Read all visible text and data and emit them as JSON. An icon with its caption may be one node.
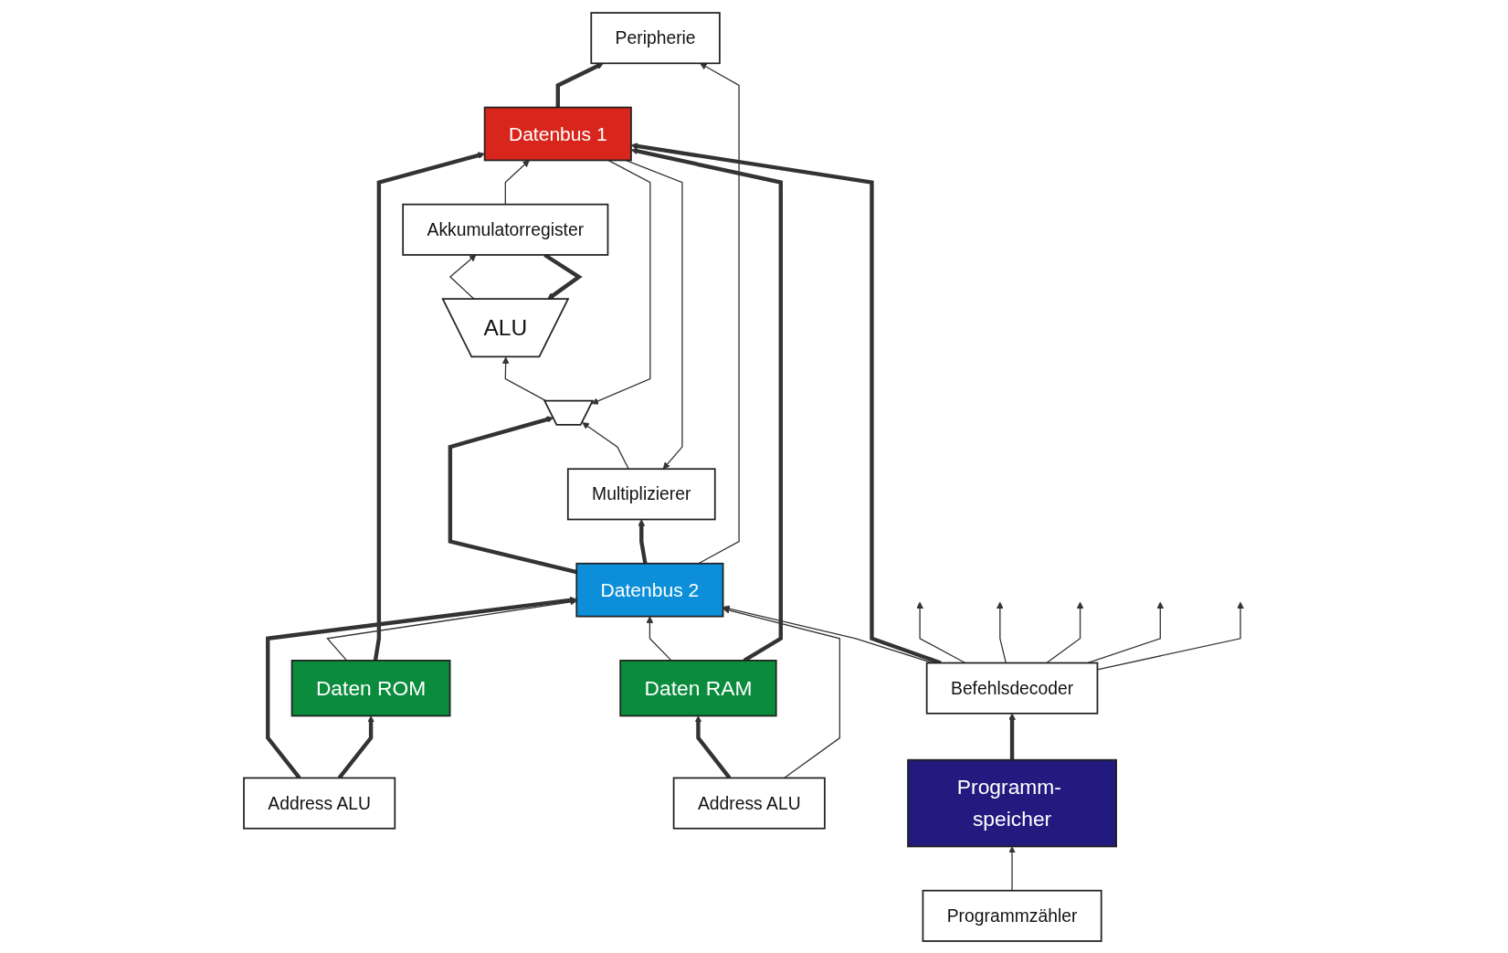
{
  "diagram": {
    "nodes": [
      {
        "text": [
          "Multiplizierer"
        ]
      },
      {
        "text": [],
        "shape": "trapezoid"
      },
      {
        "text": [
          "ALU"
        ]
      },
      {
        "text": [
          "Akkumulatorregister"
        ]
      },
      {
        "text": [
          "Peripherie"
        ]
      },
      {
        "text": [
          "Datenbus 1"
        ]
      },
      {
        "text": [
          "Datenbus 2"
        ]
      },
      {
        "text": [
          "Address ALU"
        ]
      },
      {
        "text": [
          "Daten ROM"
        ]
      },
      {
        "text": [
          "Daten RAM"
        ]
      },
      {
        "text": [
          "Address ALU"
        ]
      },
      {
        "text": [
          "Befehlsdecoder"
        ]
      },
      {
        "text": [
          "Programm- speicher"
        ]
      },
      {
        "text": [
          "Programmzähler"
        ]
      }
    ],
    "edges": [
      {
        "from": 0,
        "to": 1,
        "arrow": "to"
      },
      {
        "from": 5,
        "to": 1,
        "arrow": "to"
      },
      {
        "from": 6,
        "to": 1,
        "arrow": "to",
        "style": "thick"
      },
      {
        "from": 1,
        "to": 2,
        "arrow": "to"
      },
      {
        "from": 2,
        "to": 3,
        "arrow": "to"
      },
      {
        "from": 3,
        "to": 5,
        "arrow": "to"
      },
      {
        "from": 3,
        "to": 2,
        "arrow": "to",
        "style": "thick"
      },
      {
        "from": 5,
        "to": 0,
        "arrow": "to"
      },
      {
        "from": 6,
        "to": 0,
        "arrow": "to",
        "style": "thick"
      },
      {
        "from": 6,
        "to": 4,
        "arrow": "to"
      },
      {
        "from": 5,
        "to": 4,
        "arrow": "to",
        "style": "thick"
      },
      {
        "from": 7,
        "to": 6,
        "arrow": "to",
        "style": "thick"
      },
      {
        "from": 7,
        "to": 8,
        "arrow": "to",
        "style": "thick"
      },
      {
        "from": 8,
        "to": 6,
        "arrow": "to"
      },
      {
        "from": 8,
        "to": 5,
        "arrow": "to",
        "style": "thick"
      },
      {
        "from": 9,
        "to": 6,
        "arrow": "to"
      },
      {
        "from": 9,
        "to": 5,
        "arrow": "to",
        "style": "thick"
      },
      {
        "from": 10,
        "to": 9,
        "arrow": "to",
        "style": "thick"
      },
      {
        "from": 10,
        "to": 6,
        "arrow": "to"
      },
      {
        "from": 11,
        "to": 6,
        "arrow": "to"
      },
      {
        "from": 11,
        "to": 5,
        "arrow": "to",
        "style": "thick"
      },
      {
        "from": 11,
        "to": null,
        "arrow": "to"
      },
      {
        "from": 11,
        "to": null,
        "arrow": "to"
      },
      {
        "from": 11,
        "to": null,
        "arrow": "to"
      },
      {
        "from": 11,
        "to": null,
        "arrow": "to"
      },
      {
        "from": 11,
        "to": null,
        "arrow": "to"
      },
      {
        "from": 12,
        "to": 11,
        "arrow": "to",
        "style": "thick"
      },
      {
        "from": 13,
        "to": 12,
        "arrow": "to"
      }
    ]
  }
}
